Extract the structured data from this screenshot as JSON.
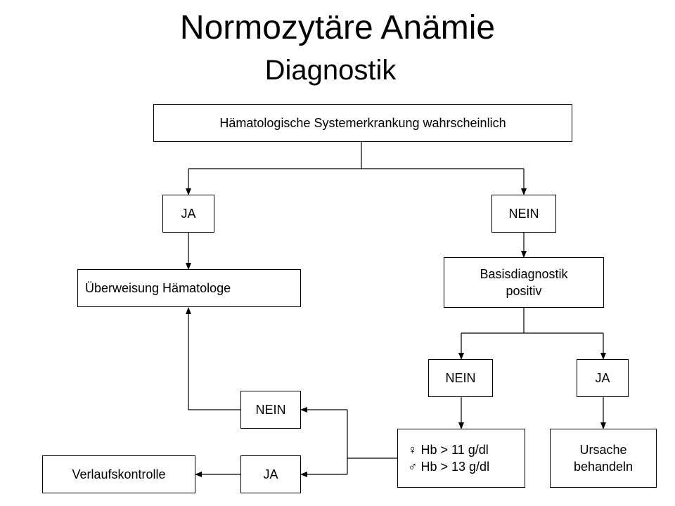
{
  "title": "Normozytäre Anämie",
  "subtitle": "Diagnostik",
  "nodes": {
    "root": "Hämatologische Systemerkrankung wahrscheinlich",
    "ja_1": "JA",
    "nein_1": "NEIN",
    "ueberweisung": "Überweisung Hämatologe",
    "basis_line1": "Basisdiagnostik",
    "basis_line2": "positiv",
    "nein_2": "NEIN",
    "ja_2": "JA",
    "hb_line1": "♀ Hb > 11 g/dl",
    "hb_line2": "♂ Hb > 13 g/dl",
    "ursache_line1": "Ursache",
    "ursache_line2": "behandeln",
    "nein_3": "NEIN",
    "ja_3": "JA",
    "verlauf": "Verlaufskontrolle"
  }
}
